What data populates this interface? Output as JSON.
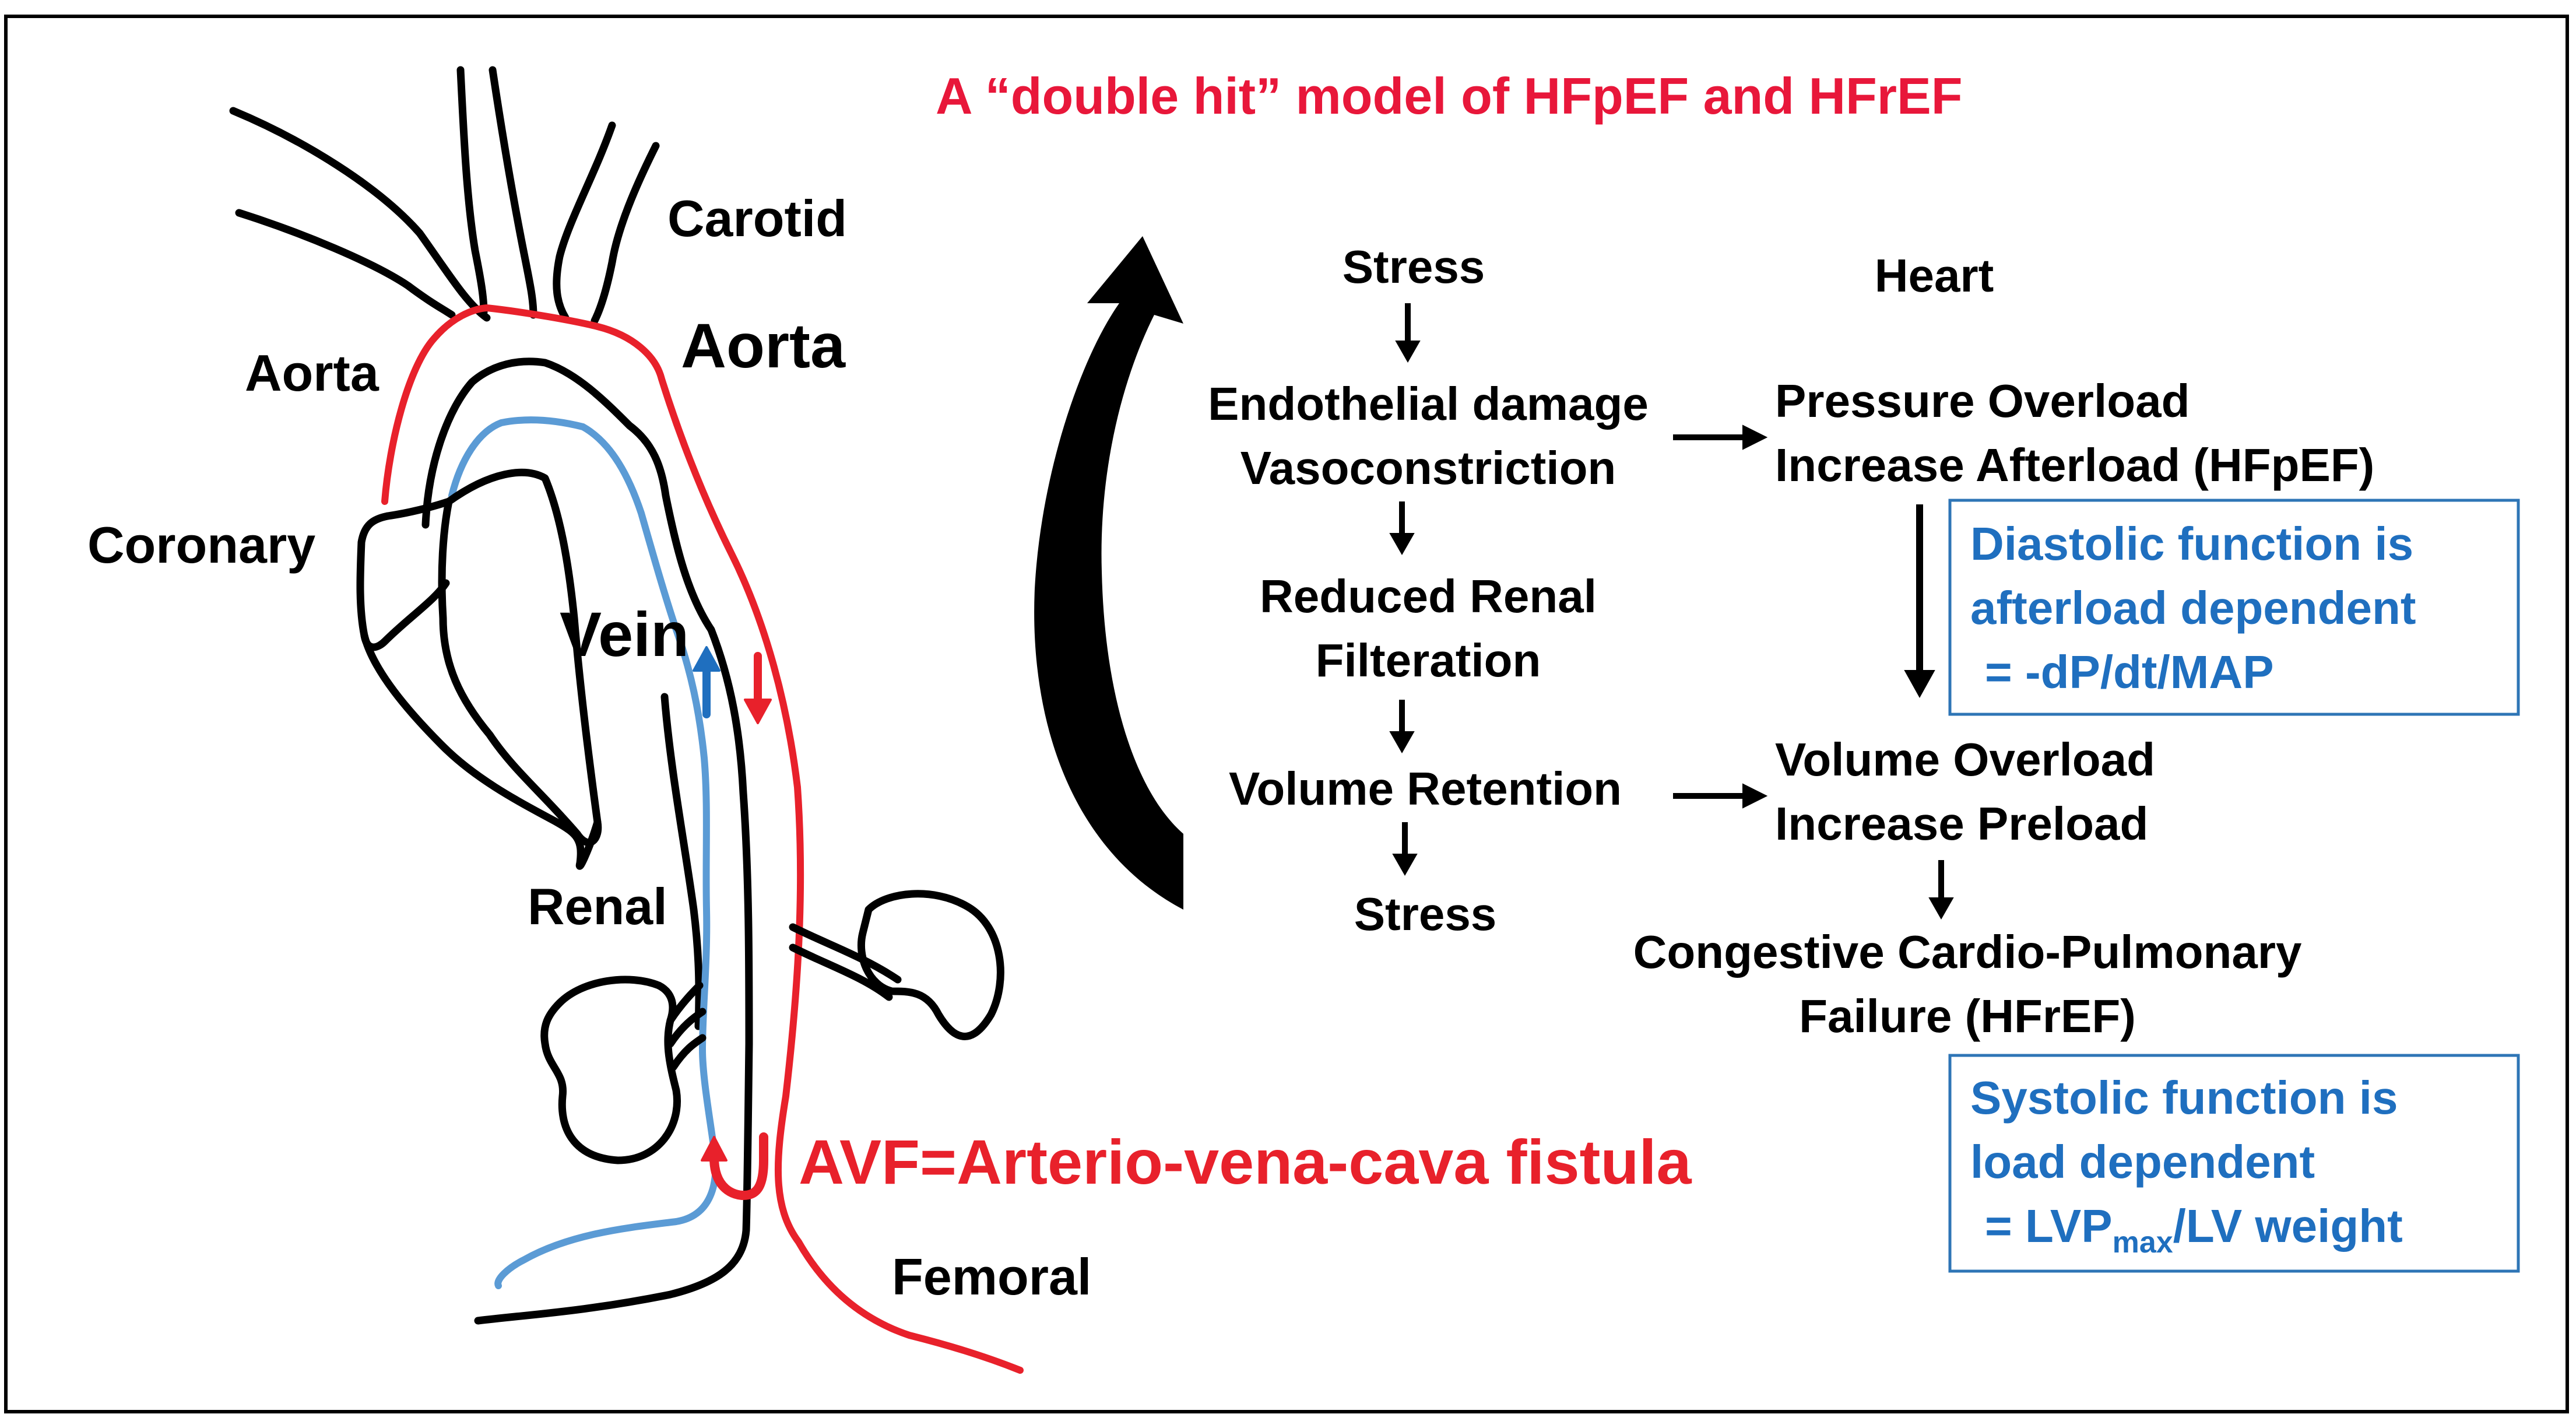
{
  "title": "A “double hit” model of HFpEF and HFrEF",
  "colors": {
    "artery": "#e8212b",
    "vein": "#5b9bd5",
    "outline": "#000000",
    "note_text": "#1f6fbf",
    "note_border": "#2e75b6",
    "title": "#e8173a"
  },
  "anatomy": {
    "carotid": "Carotid",
    "aorta_left": "Aorta",
    "aorta_right": "Aorta",
    "coronary": "Coronary",
    "vein": "Vein",
    "renal": "Renal",
    "femoral": "Femoral",
    "avf": "AVF=Arterio-vena-cava fistula"
  },
  "flow": {
    "stress_top": "Stress",
    "endothelial_line1": "Endothelial damage",
    "endothelial_line2": "Vasoconstriction",
    "renal_line1": "Reduced Renal",
    "renal_line2": "Filteration",
    "volume_retention": "Volume Retention",
    "stress_bottom": "Stress",
    "heart": "Heart",
    "pressure_line1": "Pressure Overload",
    "pressure_line2": "Increase Afterload (HFpEF)",
    "volume_line1": "Volume Overload",
    "volume_line2": "Increase Preload",
    "congestive_line1": "Congestive Cardio-Pulmonary",
    "congestive_line2": "Failure (HFrEF)"
  },
  "notes": {
    "diastolic_line1": "Diastolic function is",
    "diastolic_line2": "afterload dependent",
    "diastolic_line3": "= -dP/dt/MAP",
    "systolic_line1": "Systolic function is",
    "systolic_line2": "load dependent",
    "systolic_line3_prefix": "= LVP",
    "systolic_line3_sub": "max",
    "systolic_line3_suffix": "/LV weight"
  }
}
